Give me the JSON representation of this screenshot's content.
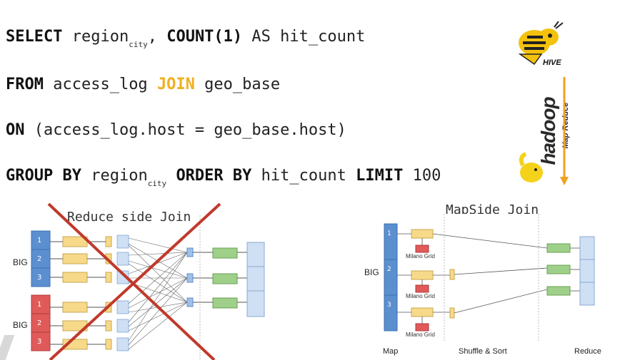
{
  "sql": {
    "line1": {
      "kw1": "SELECT",
      "t1": " region",
      "sub": "city",
      "t2": ", ",
      "kw2": "COUNT(1)",
      "t3": " AS hit_count"
    },
    "line2": {
      "kw1": "FROM",
      "t1": " access_log ",
      "hl": "JOIN",
      "t2": " geo_base"
    },
    "line3": {
      "kw1": "ON",
      "t1": " (access_log.host = geo_base.host)"
    },
    "line4": {
      "kw1": "GROUP BY",
      "t1": " region",
      "sub": "city",
      "t2": " ",
      "kw2": "ORDER BY",
      "t3": " hit_count ",
      "kw3": "LIMIT",
      "t4": " 100"
    }
  },
  "logos": {
    "hive": "HIVE",
    "hadoop": "hadoop",
    "mapreduce": "Map Reduce",
    "icons": [
      "hive-bee-icon",
      "hadoop-elephant-icon",
      "down-arrow-icon"
    ]
  },
  "reduce_side": {
    "title": "Reduce side Join",
    "group_label_1": "BIG",
    "group_label_2": "BIG",
    "block_numbers_1": [
      "1",
      "2",
      "3"
    ],
    "block_numbers_2": [
      "1",
      "2",
      "3"
    ],
    "crossed_out": true
  },
  "map_side": {
    "title": "MapSide Join",
    "group_label": "BIG",
    "block_numbers": [
      "1",
      "2",
      "3"
    ],
    "grid_labels": [
      "Milano Grid",
      "Milano Grid",
      "Milano Grid"
    ],
    "phases": [
      "Map",
      "Shuffle & Sort",
      "Reduce"
    ]
  },
  "colors": {
    "blue": "#5b8fd0",
    "red": "#e05a5a",
    "yellow": "#f7d98a",
    "green": "#9fd08a",
    "lightblue": "#cfe0f4",
    "cross": "#c0392b",
    "hl": "#f0b020"
  }
}
